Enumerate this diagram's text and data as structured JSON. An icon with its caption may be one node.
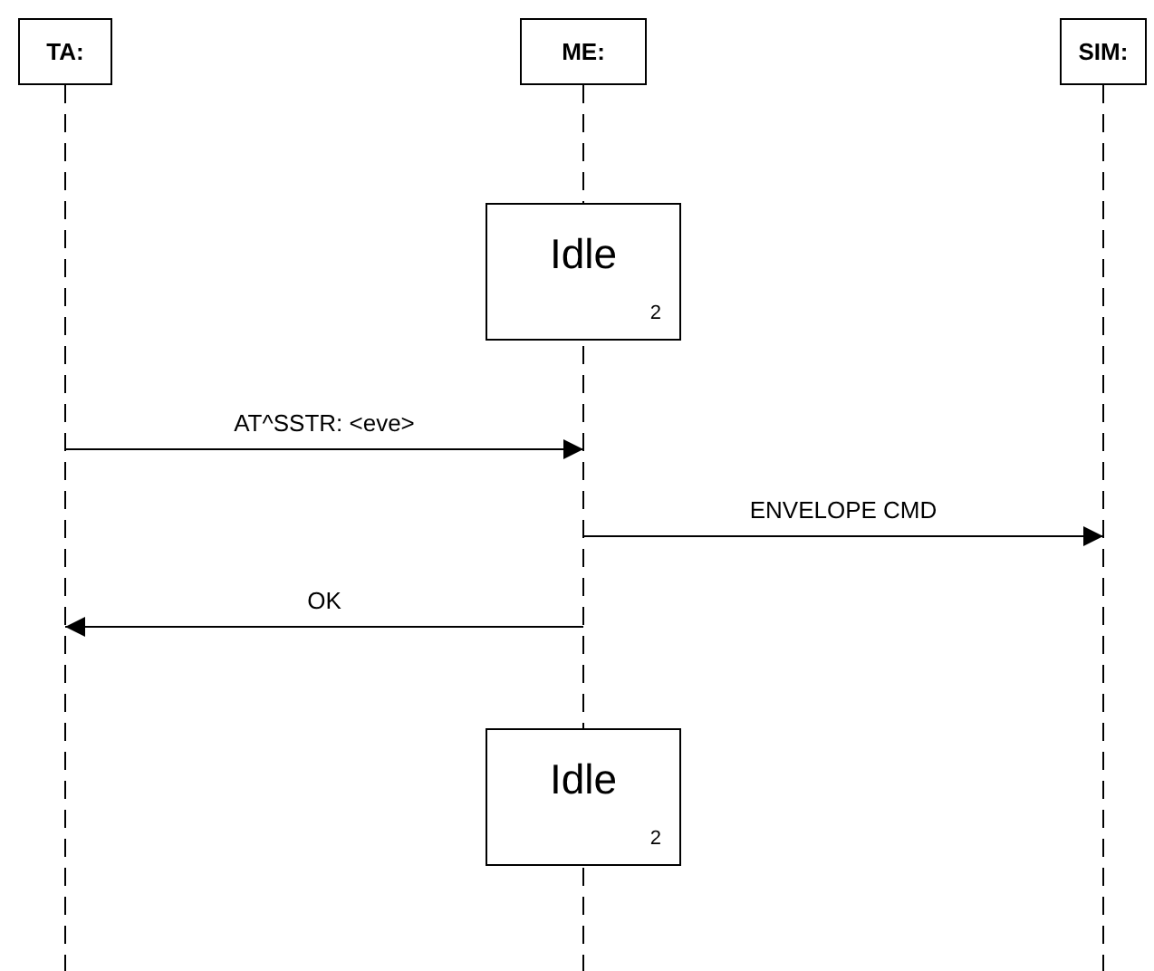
{
  "diagram": {
    "nodes": [
      {
        "text": [
          "TA:"
        ]
      },
      {
        "text": [
          "ME:"
        ]
      },
      {
        "text": [
          "SIM:"
        ]
      },
      {
        "text": [
          "Idle",
          "2"
        ]
      },
      {
        "text": [
          "Idle",
          "2"
        ]
      }
    ],
    "edges": [
      {
        "from": 0,
        "to": 1,
        "arrow": "to",
        "label": "AT^SSTR: <eve>"
      },
      {
        "from": 1,
        "to": 2,
        "arrow": "to",
        "label": "ENVELOPE CMD"
      },
      {
        "from": 1,
        "to": 0,
        "arrow": "to",
        "label": "OK"
      }
    ]
  }
}
